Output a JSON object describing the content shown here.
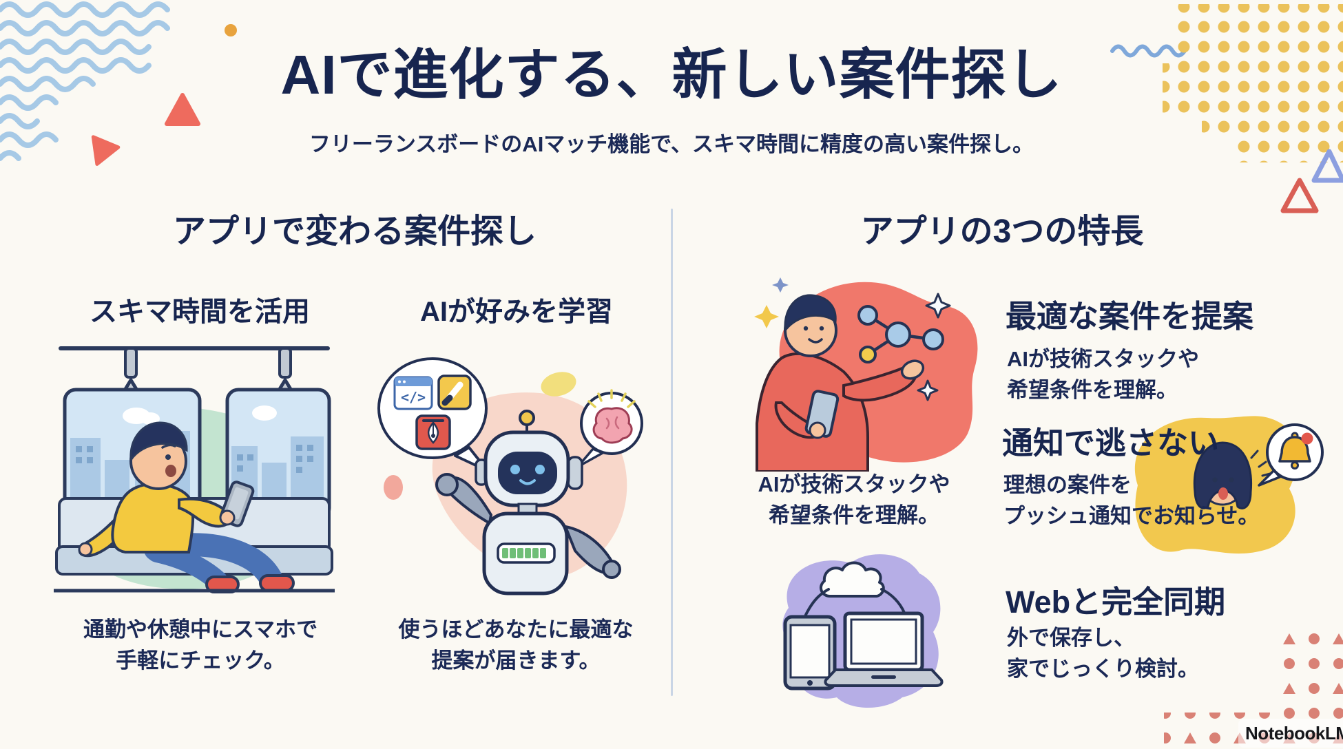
{
  "colors": {
    "navy_text": "#17254F",
    "coral": "#F0786B",
    "yellow": "#F2C84E",
    "sky_blue_waves": "#A6C9E6",
    "purple_blob": "#B6AEE6",
    "green_blob": "#C3E4D0",
    "cream_background": "#FBF9F3"
  },
  "header": {
    "title": "AIで進化する、新しい案件探し",
    "subtitle": "フリーランスボードのAIマッチ機能で、スキマ時間に精度の高い案件探し。"
  },
  "left_section": {
    "heading": "アプリで変わる案件探し",
    "items": [
      {
        "title": "スキマ時間を活用",
        "illustration": "person-on-train-with-phone",
        "caption_lines": [
          "通勤や休憩中にスマホで",
          "手軽にチェック。"
        ]
      },
      {
        "title": "AIが好みを学習",
        "illustration": "robot-with-skill-bubbles",
        "caption_lines": [
          "使うほどあなたに最適な",
          "提案が届きます。"
        ]
      }
    ]
  },
  "right_section": {
    "heading": "アプリの3つの特長",
    "illustration_caption_lines": [
      "AIが技術スタックや",
      "希望条件を理解。"
    ],
    "features": [
      {
        "title": "最適な案件を提案",
        "illustration": "man-with-phone-and-network",
        "body_lines": [
          "AIが技術スタックや",
          "希望条件を理解。"
        ]
      },
      {
        "title": "通知で逃さない",
        "illustration": "woman-with-bell-notification",
        "body_lines": [
          "理想の案件を",
          "プッシュ通知でお知らせ。"
        ]
      },
      {
        "title": "Webと完全同期",
        "illustration": "devices-cloud-sync",
        "body_lines": [
          "外で保存し、",
          "家でじっくり検討。"
        ]
      }
    ]
  },
  "footer": {
    "brand": "NotebookLM"
  }
}
